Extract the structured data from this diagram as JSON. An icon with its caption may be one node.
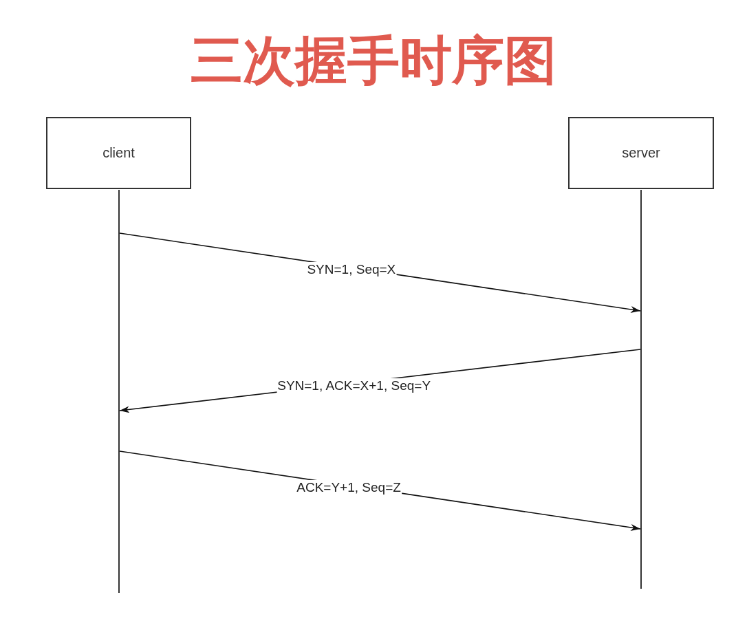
{
  "diagram": {
    "title": "三次握手时序图",
    "nodes": [
      {
        "text": [
          "client"
        ]
      },
      {
        "text": [
          "server"
        ]
      },
      {
        "text": [],
        "shape": "line"
      },
      {
        "text": [],
        "shape": "line"
      }
    ],
    "edges": [
      {
        "from": 2,
        "to": 3,
        "arrow": "to",
        "label": "SYN=1, Seq=X"
      },
      {
        "from": 3,
        "to": 2,
        "arrow": "to",
        "label": "SYN=1, ACK=X+1, Seq=Y"
      },
      {
        "from": 2,
        "to": 3,
        "arrow": "to",
        "label": "ACK=Y+1, Seq=Z"
      }
    ]
  }
}
